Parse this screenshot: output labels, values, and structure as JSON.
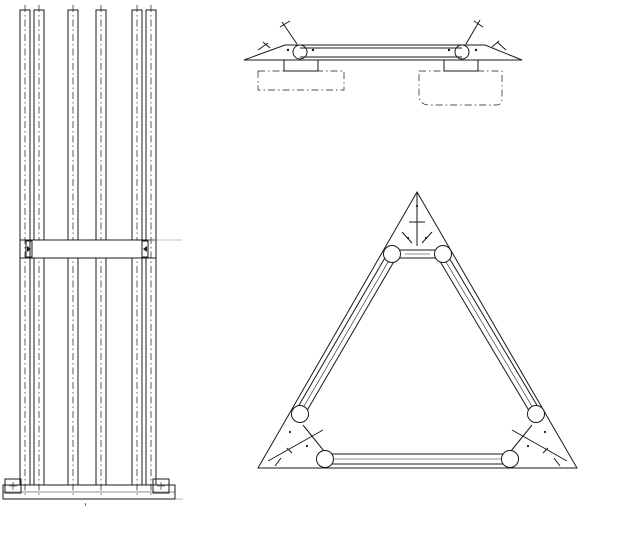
{
  "drawing": {
    "style": {
      "background": "#ffffff",
      "line_color": "#1a1a1a",
      "leader_color": "#8a8a8a"
    },
    "views": [
      {
        "id": "side-elevation",
        "description_visible": false
      },
      {
        "id": "top-plan",
        "description_visible": false
      },
      {
        "id": "triangular-section",
        "description_visible": false
      }
    ]
  }
}
